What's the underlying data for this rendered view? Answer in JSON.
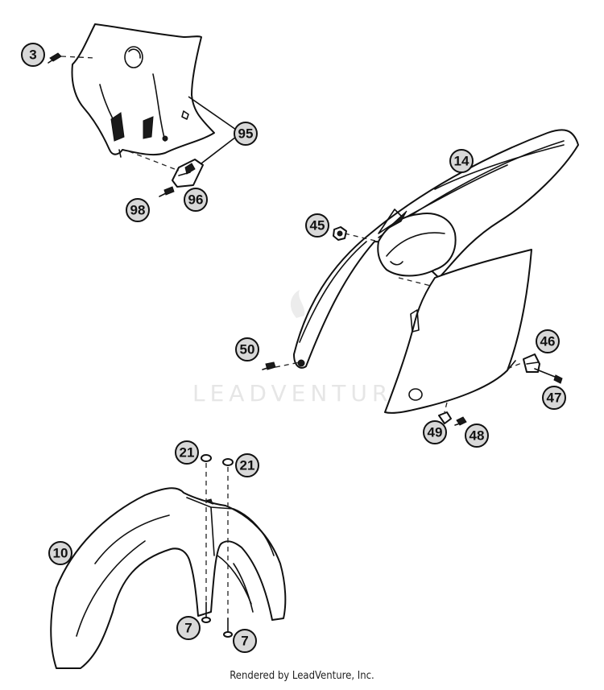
{
  "watermark": "LEADVENTURE",
  "footer": "Rendered by LeadVenture, Inc.",
  "callouts": {
    "c3": "3",
    "c95": "95",
    "c98": "98",
    "c96": "96",
    "c14": "14",
    "c45": "45",
    "c50": "50",
    "c46": "46",
    "c47": "47",
    "c49": "49",
    "c48": "48",
    "c21a": "21",
    "c21b": "21",
    "c10": "10",
    "c7a": "7",
    "c7b": "7"
  }
}
